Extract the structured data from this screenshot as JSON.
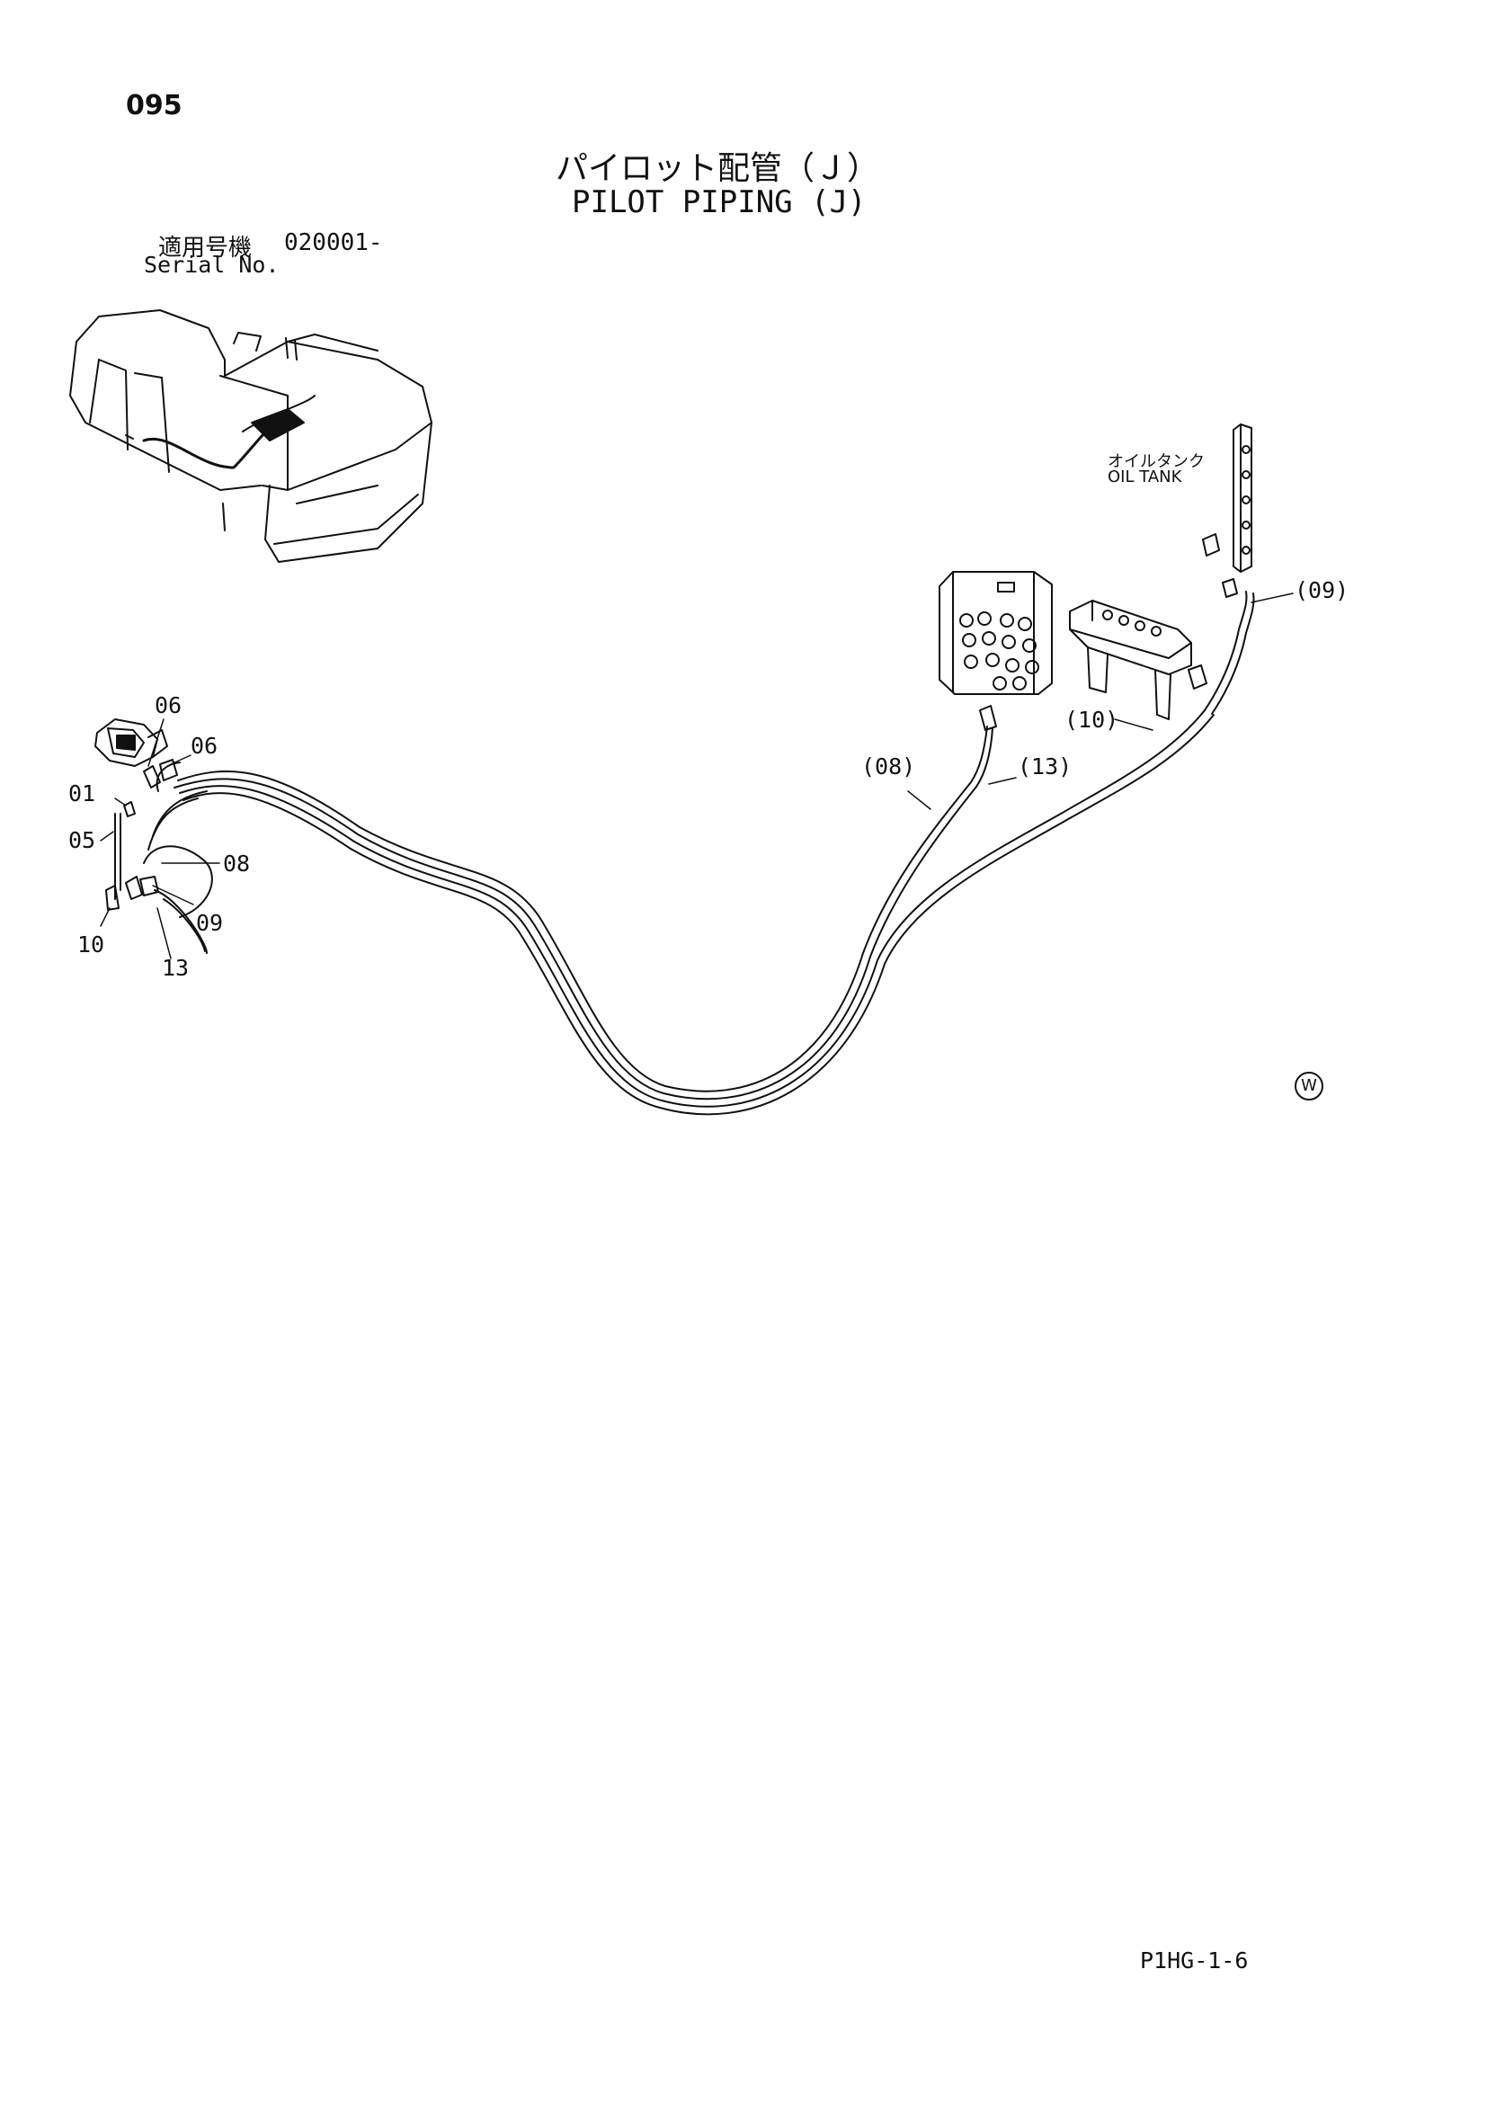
{
  "header": {
    "page_number": "095",
    "title_ja": "パイロット配管（Ｊ）",
    "title_en": "PILOT PIPING (J)"
  },
  "serial": {
    "label_ja": "適用号機",
    "value": "020001-",
    "label_en": "Serial No."
  },
  "oil_tank": {
    "label_ja": "オイルタンク",
    "label_en": "OIL TANK"
  },
  "callouts": {
    "c06a": "06",
    "c06b": "06",
    "c01": "01",
    "c05": "05",
    "c08": "08",
    "c09": "09",
    "c10": "10",
    "c13": "13",
    "p08": "(08)",
    "p13": "(13)",
    "p10": "(10)",
    "p09": "(09)"
  },
  "marks": {
    "w": "W"
  },
  "footer": {
    "doc_code": "P1HG-1-6"
  }
}
